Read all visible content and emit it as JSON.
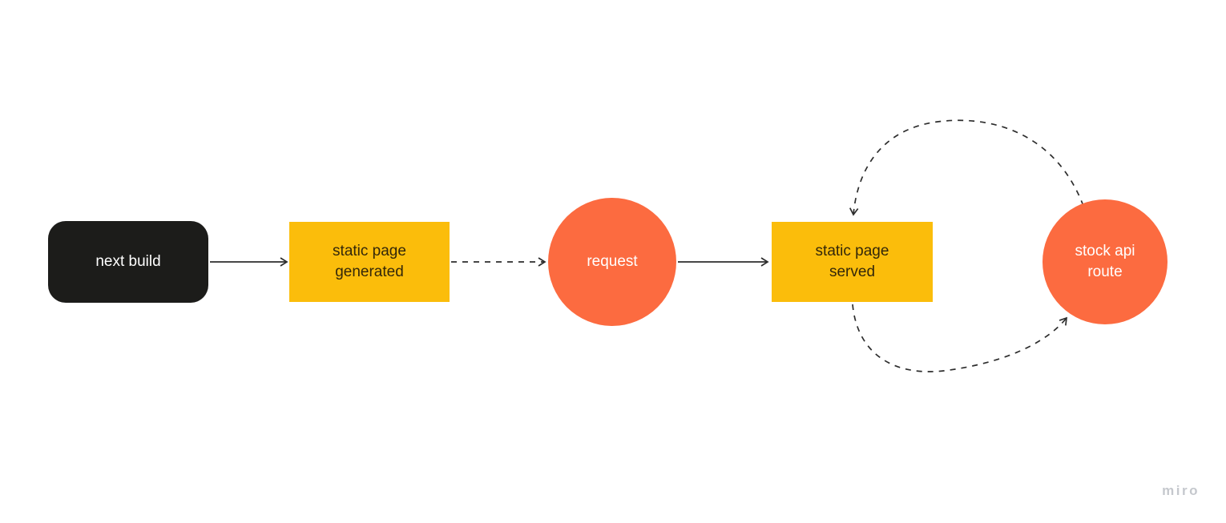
{
  "canvas": {
    "background": "#ffffff"
  },
  "palette": {
    "node_black": "#1c1c1a",
    "node_yellow": "#fbbd0b",
    "node_orange": "#fc6b40",
    "connector_stroke": "#2d2d2d",
    "text_on_dark": "#ffffff",
    "text_on_yellow": "#33270a",
    "watermark_gray": "#c5c8cd"
  },
  "nodes": [
    {
      "id": "next-build",
      "shape": "rounded-rect",
      "label": "next build"
    },
    {
      "id": "static-page-generated",
      "shape": "rect",
      "label": "static page\ngenerated"
    },
    {
      "id": "request",
      "shape": "circle",
      "label": "request"
    },
    {
      "id": "static-page-served",
      "shape": "rect",
      "label": "static page\nserved"
    },
    {
      "id": "stock-api-route",
      "shape": "circle",
      "label": "stock api\nroute"
    }
  ],
  "connectors": [
    {
      "from": "next-build",
      "to": "static-page-generated",
      "style": "solid",
      "arrow": "end"
    },
    {
      "from": "static-page-generated",
      "to": "request",
      "style": "dashed",
      "arrow": "end"
    },
    {
      "from": "request",
      "to": "static-page-served",
      "style": "solid",
      "arrow": "end"
    },
    {
      "from": "stock-api-route",
      "to": "static-page-served",
      "style": "dashed-curve",
      "arrow": "end"
    },
    {
      "from": "static-page-served",
      "to": "stock-api-route",
      "style": "dashed-curve",
      "arrow": "end"
    }
  ],
  "watermark": {
    "label": "miro"
  }
}
